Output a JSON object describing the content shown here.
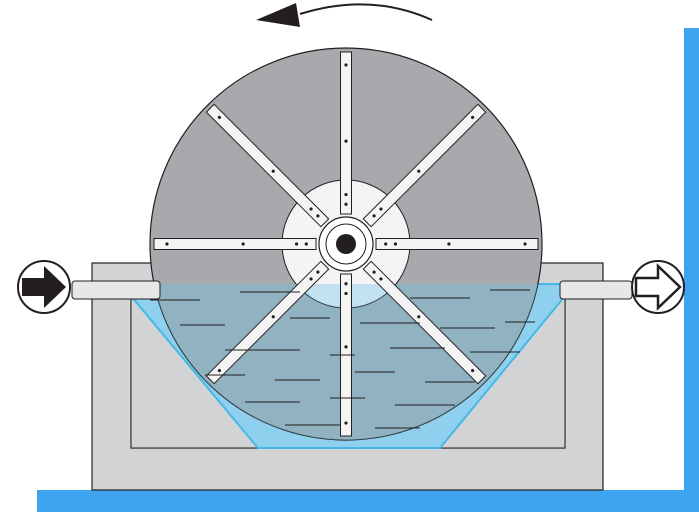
{
  "diagram": {
    "kind": "rotating disc in tank (side view)",
    "rotation_direction": "counter-clockwise",
    "spoke_count": 8,
    "inlet": {
      "side": "left",
      "arrow_style": "filled",
      "icon": "arrow-right-filled-icon"
    },
    "outlet": {
      "side": "right",
      "arrow_style": "outline",
      "icon": "arrow-right-outline-icon"
    },
    "colors": {
      "disc": "#a7a9ac",
      "hub": "#f4f4f4",
      "water": "#8fd0ee",
      "water_edge": "#45b8e8",
      "tank": "#d1d3d4",
      "pipe": "#e6e7e8",
      "frame_blue": "#3ea4ef",
      "outline": "#231f20"
    }
  }
}
